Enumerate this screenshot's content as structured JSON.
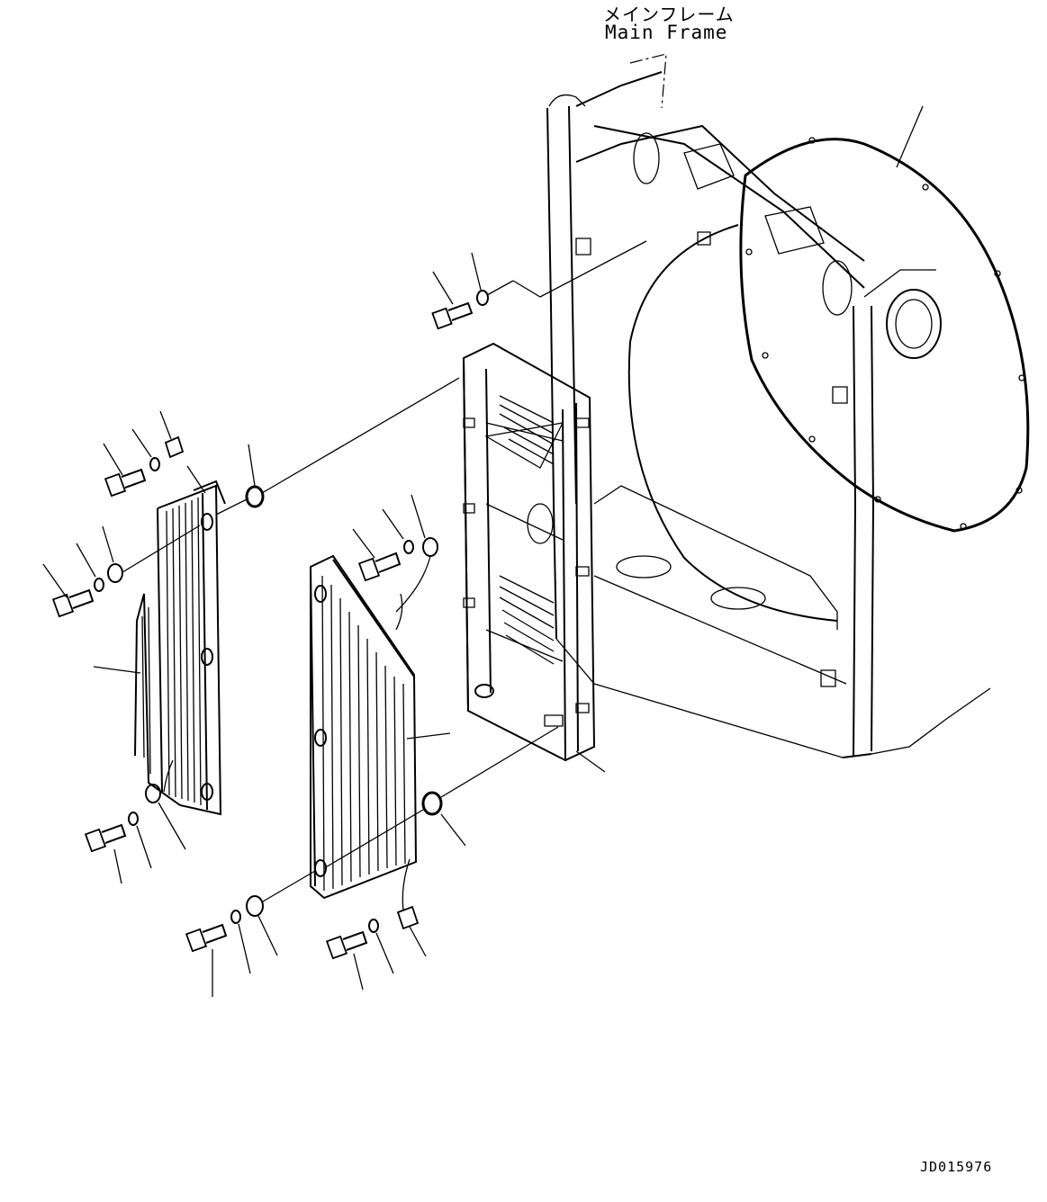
{
  "labels": {
    "main_frame_jp": "メインフレーム",
    "main_frame_en": "Main Frame",
    "drawing_code": "JD015976"
  },
  "colors": {
    "line": "#000000",
    "background": "#ffffff"
  }
}
